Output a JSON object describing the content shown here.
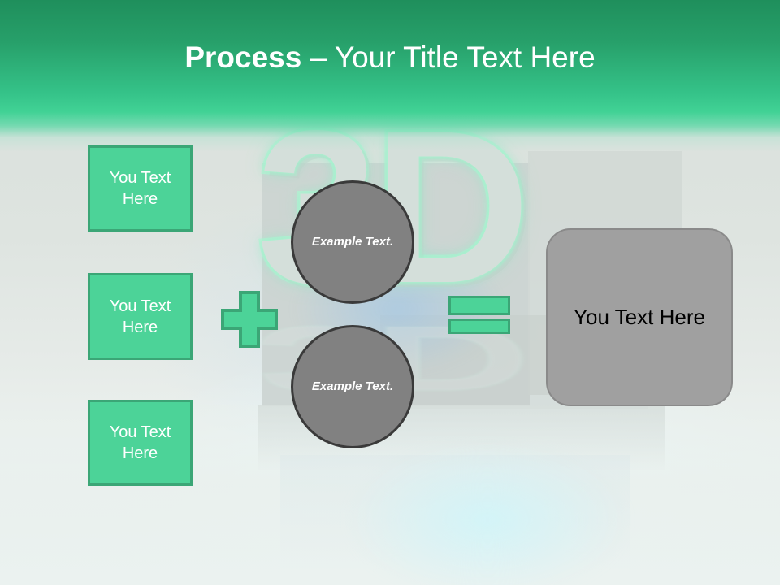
{
  "slide": {
    "title": {
      "bold_part": "Process ",
      "light_part": "– Your Title Text Here"
    },
    "background_watermark": "3D",
    "colors": {
      "header_green_dark": "#1f8f5c",
      "header_green_light": "#41d295",
      "box_fill": "#4cd398",
      "box_border": "#3ba676",
      "circle_fill": "#818181",
      "circle_border": "#3a3a3a",
      "result_fill": "#a0a0a0",
      "background": "#e2e7e4"
    }
  },
  "input_boxes": [
    {
      "label": "You Text Here"
    },
    {
      "label": "You Text Here"
    },
    {
      "label": "You Text Here"
    }
  ],
  "operators": {
    "plus": "+",
    "equals": "="
  },
  "circles": [
    {
      "label": "Example Text."
    },
    {
      "label": "Example Text."
    }
  ],
  "result": {
    "label": "You Text Here"
  }
}
